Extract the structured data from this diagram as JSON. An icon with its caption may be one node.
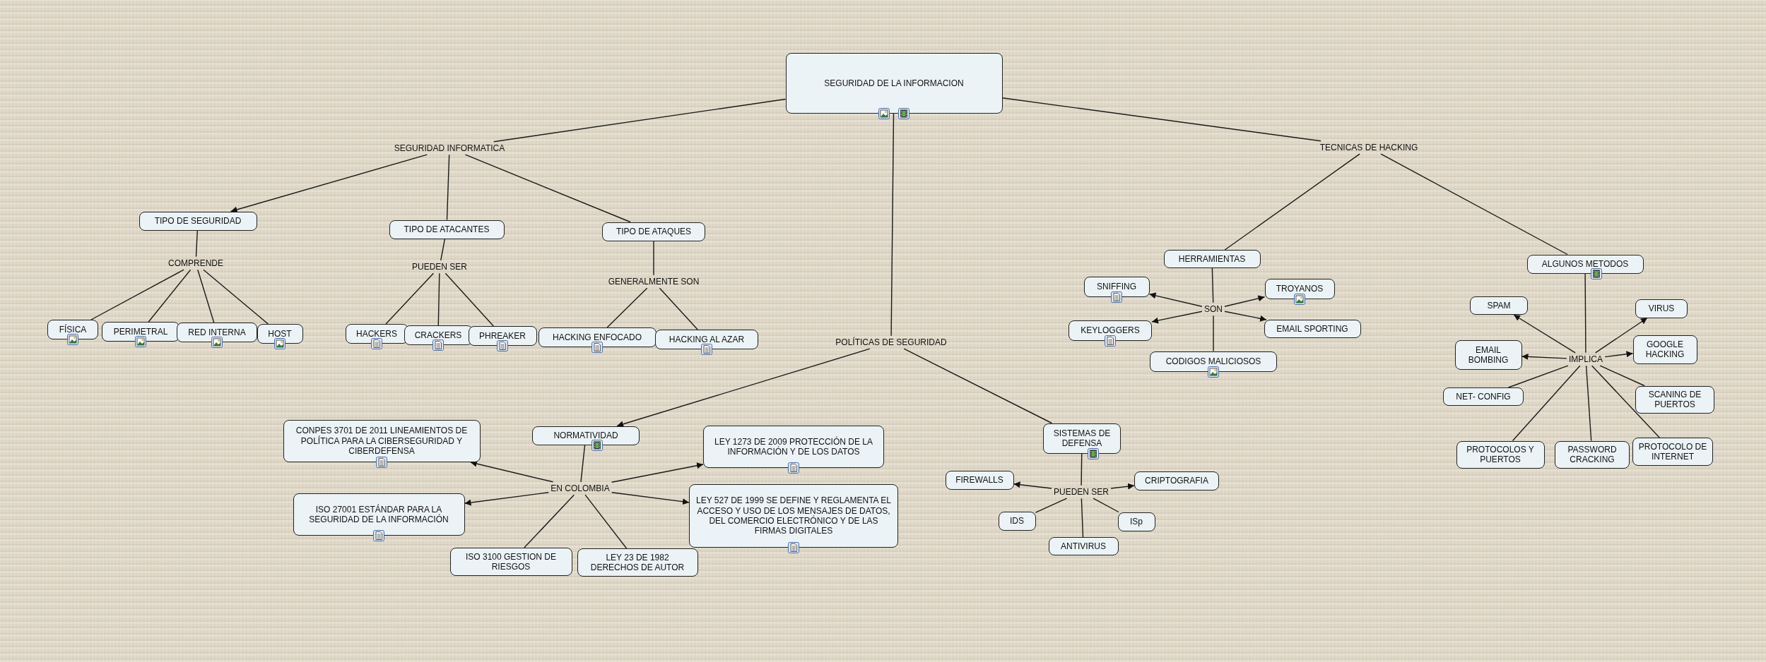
{
  "diagram": {
    "nodes": [
      {
        "text": [
          "SEGURIDAD DE LA INFORMACION"
        ]
      },
      {
        "text": [
          "SEGURIDAD INFORMATICA"
        ]
      },
      {
        "text": [
          "TECNICAS DE HACKING"
        ]
      },
      {
        "text": [
          "POLÍTICAS DE SEGURIDAD"
        ]
      },
      {
        "text": [
          "TIPO DE SEGURIDAD"
        ]
      },
      {
        "text": [
          "TIPO DE ATACANTES"
        ]
      },
      {
        "text": [
          "TIPO DE ATAQUES"
        ]
      },
      {
        "text": [
          "COMPRENDE"
        ]
      },
      {
        "text": [
          "PUEDEN SER"
        ]
      },
      {
        "text": [
          "GENERALMENTE SON"
        ]
      },
      {
        "text": [
          "FÍSICA"
        ]
      },
      {
        "text": [
          "PERIMETRAL"
        ]
      },
      {
        "text": [
          "RED INTERNA"
        ]
      },
      {
        "text": [
          "HOST"
        ]
      },
      {
        "text": [
          "HACKERS"
        ]
      },
      {
        "text": [
          "CRACKERS"
        ]
      },
      {
        "text": [
          "PHREAKER"
        ]
      },
      {
        "text": [
          "HACKING ENFOCADO"
        ]
      },
      {
        "text": [
          "HACKING AL AZAR"
        ]
      },
      {
        "text": [
          "HERRAMIENTAS"
        ]
      },
      {
        "text": [
          "ALGUNOS METODOS"
        ]
      },
      {
        "text": [
          "SON"
        ]
      },
      {
        "text": [
          "SNIFFING"
        ]
      },
      {
        "text": [
          "TROYANOS"
        ]
      },
      {
        "text": [
          "KEYLOGGERS"
        ]
      },
      {
        "text": [
          "EMAIL SPORTING"
        ]
      },
      {
        "text": [
          "CODIGOS MALICIOSOS"
        ]
      },
      {
        "text": [
          "IMPLICA"
        ]
      },
      {
        "text": [
          "SPAM"
        ]
      },
      {
        "text": [
          "VIRUS"
        ]
      },
      {
        "text": [
          "EMAIL BOMBING"
        ]
      },
      {
        "text": [
          "GOOGLE HACKING"
        ]
      },
      {
        "text": [
          "NET- CONFIG"
        ]
      },
      {
        "text": [
          "SCANING DE PUERTOS"
        ]
      },
      {
        "text": [
          "PROTOCOLOS Y PUERTOS"
        ]
      },
      {
        "text": [
          "PASSWORD CRACKING"
        ]
      },
      {
        "text": [
          "PROTOCOLO DE INTERNET"
        ]
      },
      {
        "text": [
          "NORMATIVIDAD"
        ]
      },
      {
        "text": [
          "SISTEMAS DE DEFENSA"
        ]
      },
      {
        "text": [
          "CONPES 3701 DE 2011 LINEAMIENTOS DE POLÍTICA PARA LA CIBERSEGURIDAD Y CIBERDEFENSA"
        ]
      },
      {
        "text": [
          "LEY 1273 DE 2009 PROTECCIÓN DE LA INFORMACIÓN Y DE LOS DATOS"
        ]
      },
      {
        "text": [
          "EN COLOMBIA"
        ]
      },
      {
        "text": [
          "ISO 27001 ESTÁNDAR PARA LA SEGURIDAD DE LA INFORMACIÓN"
        ]
      },
      {
        "text": [
          "LEY 527 DE 1999 SE DEFINE Y REGLAMENTA EL ACCESO Y USO DE LOS MENSAJES DE DATOS, DEL COMERCIO ELECTRÓNICO Y DE LAS FIRMAS DIGITALES"
        ]
      },
      {
        "text": [
          "ISO 3100 GESTION DE RIESGOS"
        ]
      },
      {
        "text": [
          "LEY 23 DE 1982 DERECHOS DE AUTOR"
        ]
      },
      {
        "text": [
          "PUEDEN SER"
        ]
      },
      {
        "text": [
          "FIREWALLS"
        ]
      },
      {
        "text": [
          "CRIPTOGRAFIA"
        ]
      },
      {
        "text": [
          "IDS"
        ]
      },
      {
        "text": [
          "ISp"
        ]
      },
      {
        "text": [
          "ANTIVIRUS"
        ]
      }
    ],
    "edges": [
      {
        "from": 0,
        "to": 1,
        "arrow": "none"
      },
      {
        "from": 0,
        "to": 3,
        "arrow": "none"
      },
      {
        "from": 0,
        "to": 2,
        "arrow": "none"
      },
      {
        "from": 1,
        "to": 4,
        "arrow": "to"
      },
      {
        "from": 1,
        "to": 5,
        "arrow": "none"
      },
      {
        "from": 1,
        "to": 6,
        "arrow": "none"
      },
      {
        "from": 4,
        "to": 7,
        "arrow": "none"
      },
      {
        "from": 7,
        "to": 10,
        "arrow": "none"
      },
      {
        "from": 7,
        "to": 11,
        "arrow": "none"
      },
      {
        "from": 7,
        "to": 12,
        "arrow": "none"
      },
      {
        "from": 7,
        "to": 13,
        "arrow": "none"
      },
      {
        "from": 5,
        "to": 8,
        "arrow": "none"
      },
      {
        "from": 8,
        "to": 14,
        "arrow": "none"
      },
      {
        "from": 8,
        "to": 15,
        "arrow": "none"
      },
      {
        "from": 8,
        "to": 16,
        "arrow": "none"
      },
      {
        "from": 6,
        "to": 9,
        "arrow": "none"
      },
      {
        "from": 9,
        "to": 17,
        "arrow": "none"
      },
      {
        "from": 9,
        "to": 18,
        "arrow": "none"
      },
      {
        "from": 2,
        "to": 19,
        "arrow": "none"
      },
      {
        "from": 2,
        "to": 20,
        "arrow": "none"
      },
      {
        "from": 19,
        "to": 21,
        "arrow": "none"
      },
      {
        "from": 21,
        "to": 22,
        "arrow": "to"
      },
      {
        "from": 21,
        "to": 23,
        "arrow": "to"
      },
      {
        "from": 21,
        "to": 24,
        "arrow": "to"
      },
      {
        "from": 21,
        "to": 25,
        "arrow": "to"
      },
      {
        "from": 21,
        "to": 26,
        "arrow": "none"
      },
      {
        "from": 20,
        "to": 27,
        "arrow": "none"
      },
      {
        "from": 27,
        "to": 28,
        "arrow": "to"
      },
      {
        "from": 27,
        "to": 29,
        "arrow": "to"
      },
      {
        "from": 27,
        "to": 30,
        "arrow": "to"
      },
      {
        "from": 27,
        "to": 31,
        "arrow": "to"
      },
      {
        "from": 27,
        "to": 32,
        "arrow": "none"
      },
      {
        "from": 27,
        "to": 33,
        "arrow": "none"
      },
      {
        "from": 27,
        "to": 34,
        "arrow": "none"
      },
      {
        "from": 27,
        "to": 35,
        "arrow": "none"
      },
      {
        "from": 27,
        "to": 36,
        "arrow": "none"
      },
      {
        "from": 3,
        "to": 37,
        "arrow": "to"
      },
      {
        "from": 3,
        "to": 38,
        "arrow": "none"
      },
      {
        "from": 37,
        "to": 41,
        "arrow": "none"
      },
      {
        "from": 41,
        "to": 39,
        "arrow": "to"
      },
      {
        "from": 41,
        "to": 40,
        "arrow": "to"
      },
      {
        "from": 41,
        "to": 42,
        "arrow": "to"
      },
      {
        "from": 41,
        "to": 43,
        "arrow": "to"
      },
      {
        "from": 41,
        "to": 44,
        "arrow": "none"
      },
      {
        "from": 41,
        "to": 45,
        "arrow": "none"
      },
      {
        "from": 38,
        "to": 46,
        "arrow": "none"
      },
      {
        "from": 46,
        "to": 47,
        "arrow": "to"
      },
      {
        "from": 46,
        "to": 48,
        "arrow": "to"
      },
      {
        "from": 46,
        "to": 49,
        "arrow": "none"
      },
      {
        "from": 46,
        "to": 50,
        "arrow": "none"
      },
      {
        "from": 46,
        "to": 51,
        "arrow": "none"
      }
    ]
  }
}
